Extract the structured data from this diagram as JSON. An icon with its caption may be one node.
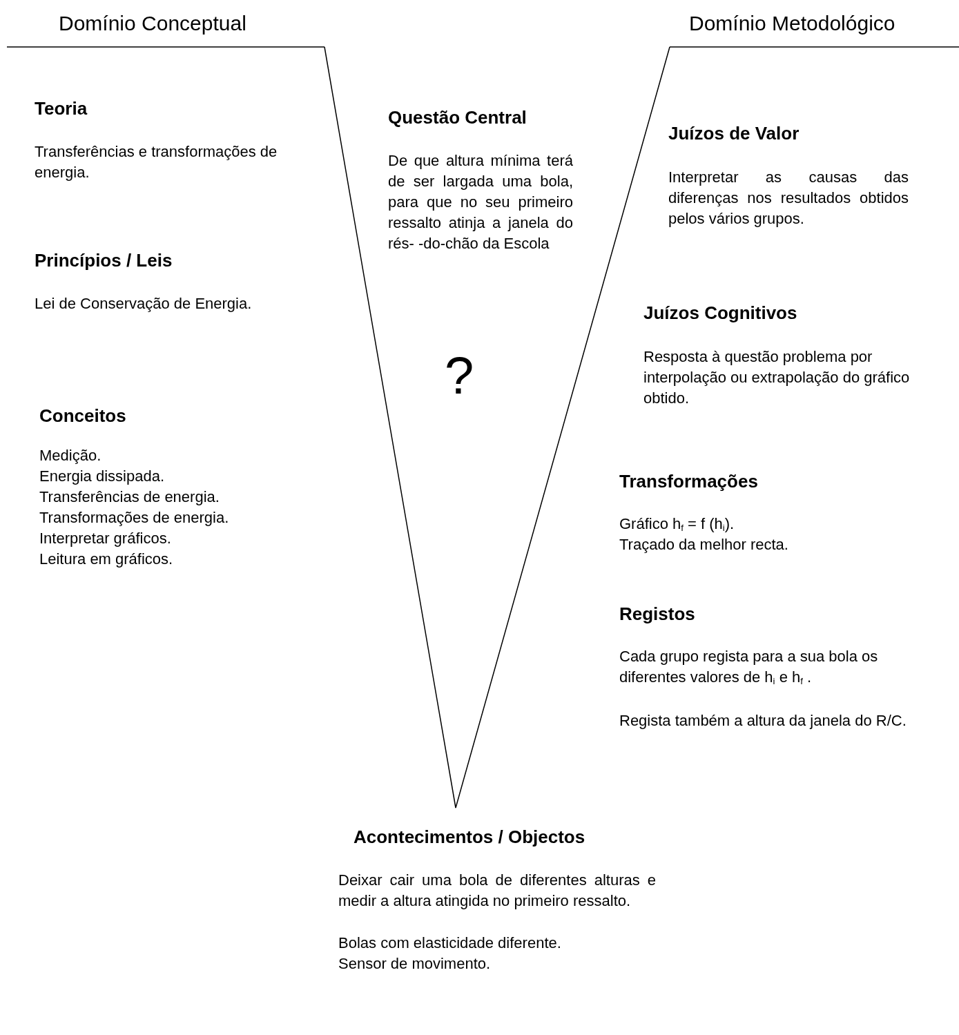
{
  "diagram": {
    "labels": [
      "Domínio Conceptual",
      "Domínio Metodológico",
      "Teoria",
      "Questão Central",
      "Transferências e transformações de energia.",
      "Juízos de Valor",
      "De que altura mínima terá de ser largada uma bola, para que no seu primeiro ressalto atinja a janela do rés- -do-chão da Escola",
      "Interpretar as causas das diferenças nos resultados obtidos pelos vários grupos.",
      "Princípios / Leis",
      "Lei de Conservação de Energia.",
      "Juízos Cognitivos",
      "?",
      "Resposta à questão problema por interpolação ou extrapolação do gráfico obtido.",
      "Conceitos",
      "Medição.",
      "Energia dissipada.",
      "Transferências de energia.",
      "Transformações de energia.",
      "Interpretar gráficos.",
      "Leitura em gráficos.",
      "Transformações",
      "Gráfico h$_{f}$ = f (h$_{i}$).",
      "Traçado da melhor recta.",
      "Registos",
      "Cada grupo regista para a sua bola os diferentes valores de h$_{i}$ e h$_{f}$ .",
      "Regista também a altura da janela do R/C.",
      "Acontecimentos / Objectos",
      "Deixar cair uma bola de diferentes alturas e medir a altura atingida no primeiro ressalto.",
      "Bolas com elasticidade diferente.",
      "Sensor de movimento."
    ]
  }
}
